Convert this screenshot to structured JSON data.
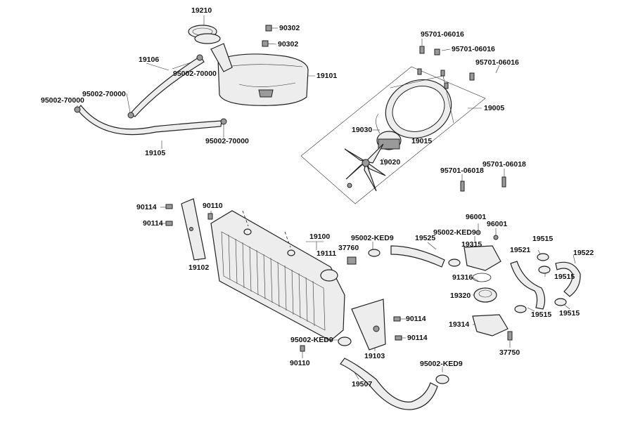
{
  "labels": [
    {
      "id": "l19210",
      "text": "19210"
    },
    {
      "id": "l90302a",
      "text": "90302"
    },
    {
      "id": "l90302b",
      "text": "90302"
    },
    {
      "id": "l19106",
      "text": "19106"
    },
    {
      "id": "l95002a",
      "text": "95002-70000"
    },
    {
      "id": "l19101",
      "text": "19101"
    },
    {
      "id": "l95002b",
      "text": "95002-70000"
    },
    {
      "id": "l95002c",
      "text": "95002-70000"
    },
    {
      "id": "l95002d",
      "text": "95002-70000"
    },
    {
      "id": "l19105",
      "text": "19105"
    },
    {
      "id": "l95701a",
      "text": "95701-06016"
    },
    {
      "id": "l95701b",
      "text": "95701-06016"
    },
    {
      "id": "l95701c",
      "text": "95701-06016"
    },
    {
      "id": "l19005",
      "text": "19005"
    },
    {
      "id": "l19030",
      "text": "19030"
    },
    {
      "id": "l19015",
      "text": "19015"
    },
    {
      "id": "l19020",
      "text": "19020"
    },
    {
      "id": "l95701d",
      "text": "95701-06018"
    },
    {
      "id": "l95701e",
      "text": "95701-06018"
    },
    {
      "id": "l90114a",
      "text": "90114"
    },
    {
      "id": "l90110a",
      "text": "90110"
    },
    {
      "id": "l90114b",
      "text": "90114"
    },
    {
      "id": "l19102",
      "text": "19102"
    },
    {
      "id": "l19100",
      "text": "19100"
    },
    {
      "id": "l19111",
      "text": "19111"
    },
    {
      "id": "l95002e",
      "text": "95002-KED9"
    },
    {
      "id": "l37760",
      "text": "37760"
    },
    {
      "id": "l19525",
      "text": "19525"
    },
    {
      "id": "l96001a",
      "text": "96001"
    },
    {
      "id": "l96001b",
      "text": "96001"
    },
    {
      "id": "l95002f",
      "text": "95002-KED9"
    },
    {
      "id": "l19315",
      "text": "19315"
    },
    {
      "id": "l19515a",
      "text": "19515"
    },
    {
      "id": "l19521",
      "text": "19521"
    },
    {
      "id": "l19522",
      "text": "19522"
    },
    {
      "id": "l19515b",
      "text": "19515"
    },
    {
      "id": "l91316",
      "text": "91316"
    },
    {
      "id": "l19320",
      "text": "19320"
    },
    {
      "id": "l19515c",
      "text": "19515"
    },
    {
      "id": "l19515d",
      "text": "19515"
    },
    {
      "id": "l19314",
      "text": "19314"
    },
    {
      "id": "l90114c",
      "text": "90114"
    },
    {
      "id": "l90114d",
      "text": "90114"
    },
    {
      "id": "l95002g",
      "text": "95002-KED9"
    },
    {
      "id": "l19103",
      "text": "19103"
    },
    {
      "id": "l37750",
      "text": "37750"
    },
    {
      "id": "l90110b",
      "text": "90110"
    },
    {
      "id": "l95002h",
      "text": "95002-KED9"
    },
    {
      "id": "l19507",
      "text": "19507"
    }
  ]
}
